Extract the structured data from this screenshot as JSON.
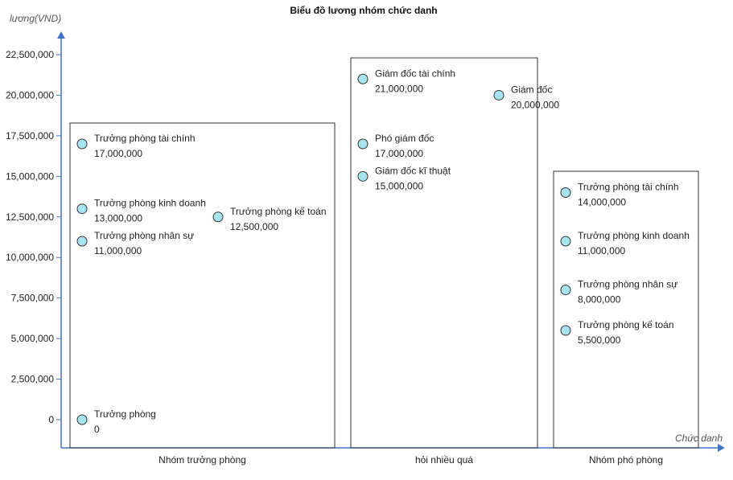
{
  "chart_data": {
    "type": "scatter",
    "title": "Biểu đồ lương nhóm chức danh",
    "ylabel": "lương(VND)",
    "xlabel": "Chức danh",
    "ylim": [
      0,
      22500000
    ],
    "yticks": [
      "0",
      "2,500,000",
      "5,000,000",
      "7,500,000",
      "10,000,000",
      "12,500,000",
      "15,000,000",
      "17,500,000",
      "20,000,000",
      "22,500,000"
    ],
    "grid": false,
    "point_color": "#a8e4f0",
    "groups": [
      {
        "name": "Nhóm trưởng phòng",
        "points": [
          {
            "label": "Trưởng phòng tài chính",
            "value_text": "17,000,000",
            "y": 17000000,
            "column": 0
          },
          {
            "label": "Trưởng phòng kinh doanh",
            "value_text": "13,000,000",
            "y": 13000000,
            "column": 0
          },
          {
            "label": "Trưởng phòng nhân sự",
            "value_text": "11,000,000",
            "y": 11000000,
            "column": 0
          },
          {
            "label": "Trưởng phòng kế toán",
            "value_text": "12,500,000",
            "y": 12500000,
            "column": 1
          },
          {
            "label": "Trưởng phòng",
            "value_text": "0",
            "y": 0,
            "column": 0
          }
        ]
      },
      {
        "name": "hỏi nhiều quá",
        "points": [
          {
            "label": "Giám đốc tài chính",
            "value_text": "21,000,000",
            "y": 21000000,
            "column": 0
          },
          {
            "label": "Giám đốc",
            "value_text": "20,000,000",
            "y": 20000000,
            "column": 1
          },
          {
            "label": "Phó giám đốc",
            "value_text": "17,000,000",
            "y": 17000000,
            "column": 0
          },
          {
            "label": "Giám đốc kĩ thuật",
            "value_text": "15,000,000",
            "y": 15000000,
            "column": 0
          }
        ]
      },
      {
        "name": "Nhóm phó phòng",
        "points": [
          {
            "label": "Trưởng phòng tài chính",
            "value_text": "14,000,000",
            "y": 14000000,
            "column": 0
          },
          {
            "label": "Trưởng phòng kinh doanh",
            "value_text": "11,000,000",
            "y": 11000000,
            "column": 0
          },
          {
            "label": "Trưởng phòng nhân sự",
            "value_text": "8,000,000",
            "y": 8000000,
            "column": 0
          },
          {
            "label": "Trưởng phòng kế toán",
            "value_text": "5,500,000",
            "y": 5500000,
            "column": 0
          }
        ]
      }
    ]
  }
}
